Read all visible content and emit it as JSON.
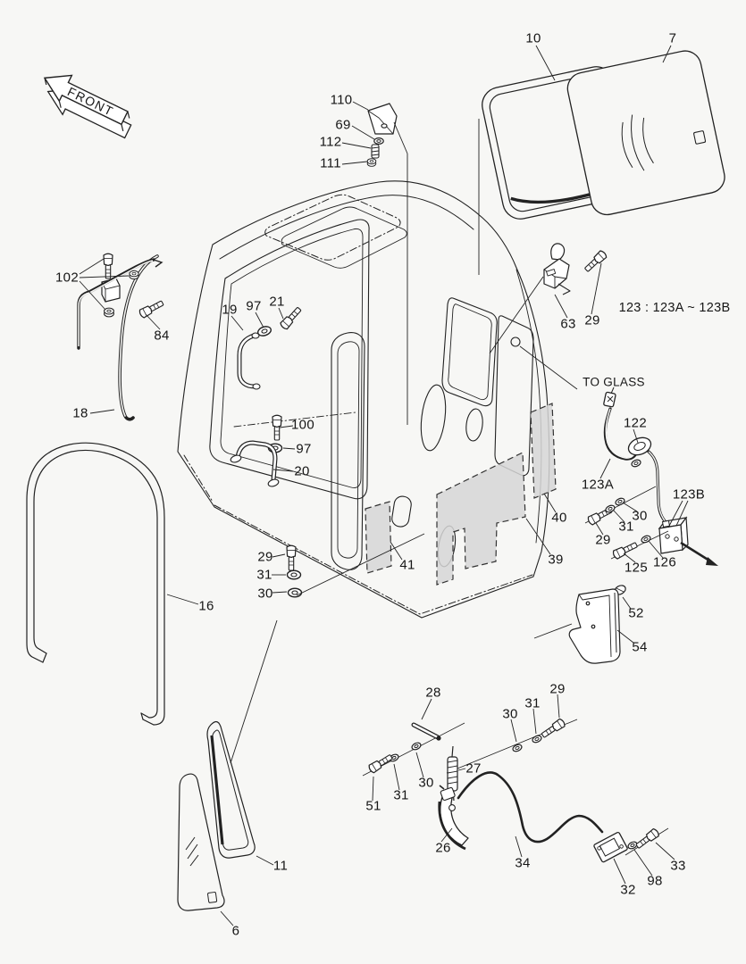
{
  "diagram": {
    "front_marker": "FRONT",
    "range_note": "123 : 123A ~ 123B",
    "to_glass_note": "TO GLASS",
    "colors": {
      "line": "#222222",
      "panel_fill": "#d6d6d6",
      "background": "#f7f7f5"
    }
  },
  "part_labels": [
    {
      "id": "10",
      "text": "10"
    },
    {
      "id": "7",
      "text": "7"
    },
    {
      "id": "110",
      "text": "110"
    },
    {
      "id": "69",
      "text": "69"
    },
    {
      "id": "112",
      "text": "112"
    },
    {
      "id": "111",
      "text": "111"
    },
    {
      "id": "102",
      "text": "102"
    },
    {
      "id": "84",
      "text": "84"
    },
    {
      "id": "18",
      "text": "18"
    },
    {
      "id": "19",
      "text": "19"
    },
    {
      "id": "97a",
      "text": "97"
    },
    {
      "id": "21",
      "text": "21"
    },
    {
      "id": "63",
      "text": "63"
    },
    {
      "id": "29a",
      "text": "29"
    },
    {
      "id": "122",
      "text": "122"
    },
    {
      "id": "123A",
      "text": "123A"
    },
    {
      "id": "123B",
      "text": "123B"
    },
    {
      "id": "30a",
      "text": "30"
    },
    {
      "id": "31a",
      "text": "31"
    },
    {
      "id": "29b",
      "text": "29"
    },
    {
      "id": "125",
      "text": "125"
    },
    {
      "id": "126",
      "text": "126"
    },
    {
      "id": "100",
      "text": "100"
    },
    {
      "id": "97b",
      "text": "97"
    },
    {
      "id": "20",
      "text": "20"
    },
    {
      "id": "29c",
      "text": "29"
    },
    {
      "id": "31b",
      "text": "31"
    },
    {
      "id": "30b",
      "text": "30"
    },
    {
      "id": "41",
      "text": "41"
    },
    {
      "id": "40",
      "text": "40"
    },
    {
      "id": "39",
      "text": "39"
    },
    {
      "id": "52",
      "text": "52"
    },
    {
      "id": "54",
      "text": "54"
    },
    {
      "id": "16",
      "text": "16"
    },
    {
      "id": "28",
      "text": "28"
    },
    {
      "id": "30c",
      "text": "30"
    },
    {
      "id": "31c",
      "text": "31"
    },
    {
      "id": "29d",
      "text": "29"
    },
    {
      "id": "27",
      "text": "27"
    },
    {
      "id": "30d",
      "text": "30"
    },
    {
      "id": "31d",
      "text": "31"
    },
    {
      "id": "51",
      "text": "51"
    },
    {
      "id": "26",
      "text": "26"
    },
    {
      "id": "34",
      "text": "34"
    },
    {
      "id": "32",
      "text": "32"
    },
    {
      "id": "98",
      "text": "98"
    },
    {
      "id": "33",
      "text": "33"
    },
    {
      "id": "11",
      "text": "11"
    },
    {
      "id": "6",
      "text": "6"
    }
  ]
}
